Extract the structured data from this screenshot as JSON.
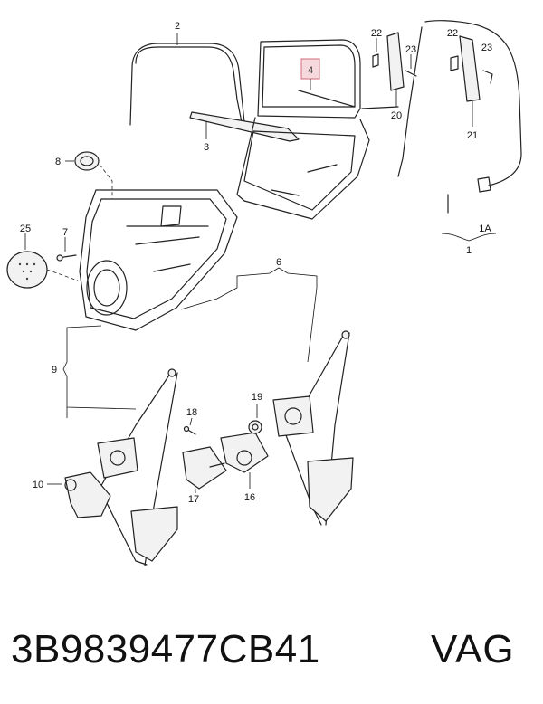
{
  "footer": {
    "part_number": "3B9839477CB41",
    "brand": "VAG"
  },
  "callouts": {
    "c1": "1",
    "c1a": "1A",
    "c2": "2",
    "c3": "3",
    "c4": "4",
    "c6": "6",
    "c7": "7",
    "c8": "8",
    "c9": "9",
    "c10": "10",
    "c16": "16",
    "c17": "17",
    "c18": "18",
    "c19": "19",
    "c20": "20",
    "c21": "21",
    "c22a": "22",
    "c22b": "22",
    "c23a": "23",
    "c23b": "23",
    "c25": "25"
  },
  "highlight": {
    "callout": "4",
    "color": "#f6d9dd",
    "border": "#d36a7a"
  }
}
